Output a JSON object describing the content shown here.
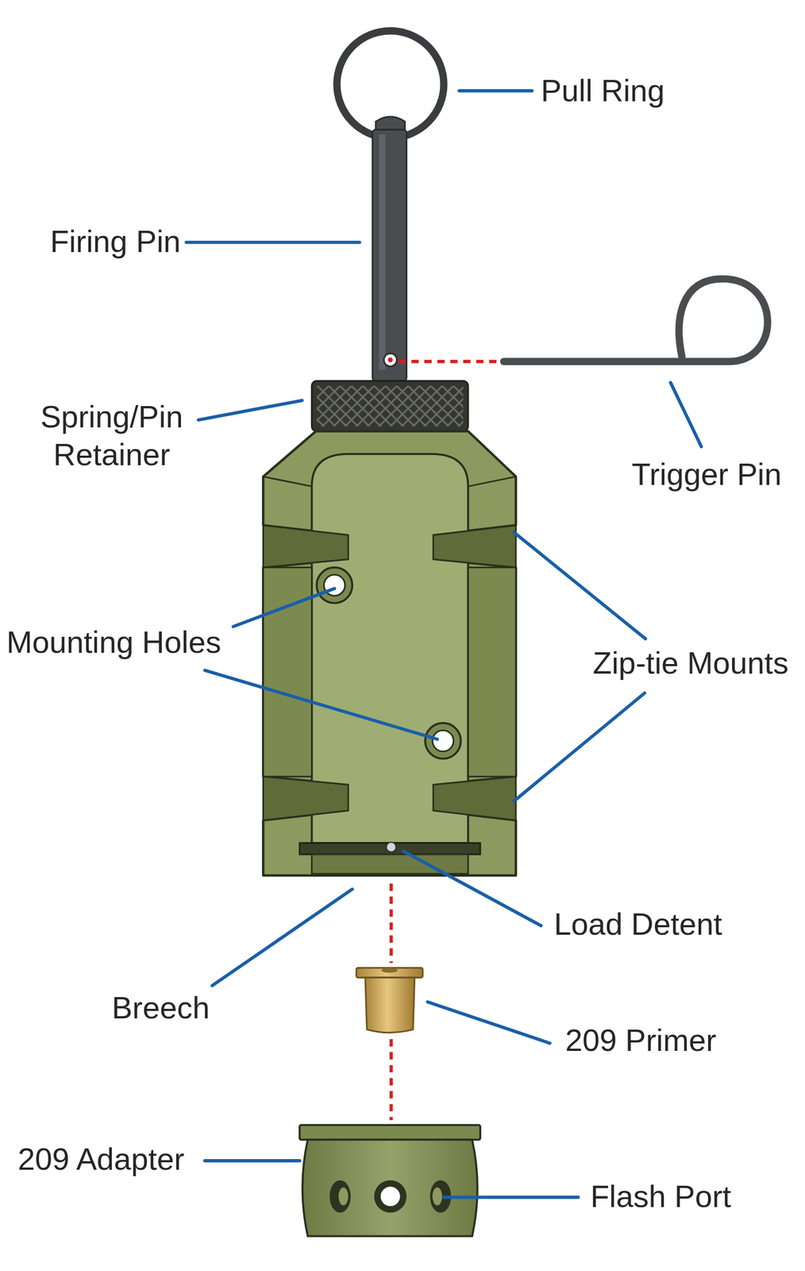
{
  "diagram": {
    "labels": [
      "Pull Ring",
      "Firing Pin",
      "Spring/Pin Retainer",
      "Trigger Pin",
      "Mounting Holes",
      "Zip-tie Mounts",
      "Load Detent",
      "Breech",
      "209 Primer",
      "209 Adapter",
      "Flash Port"
    ]
  }
}
